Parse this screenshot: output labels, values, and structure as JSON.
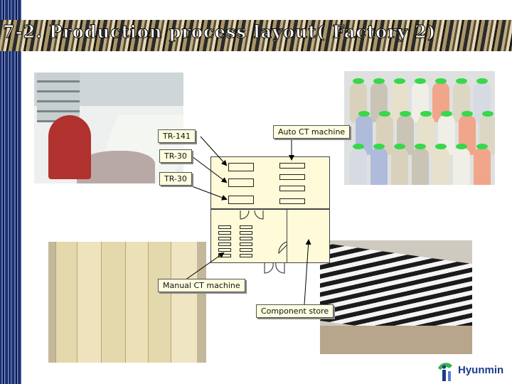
{
  "slide": {
    "title": "7-2. Production process layout( Factory 2)"
  },
  "labels": {
    "tr141": "TR-141",
    "tr30_a": "TR-30",
    "tr30_b": "TR-30",
    "auto_ct": "Auto CT machine",
    "manual_ct": "Manual CT machine",
    "component_store": "Component store"
  },
  "logo": {
    "text": "Hyunmin"
  },
  "colors": {
    "plan_fill": "#fffbd9",
    "label_fill": "#fffde0",
    "logo_blue": "#1b3b8c",
    "logo_green": "#38b54a"
  }
}
